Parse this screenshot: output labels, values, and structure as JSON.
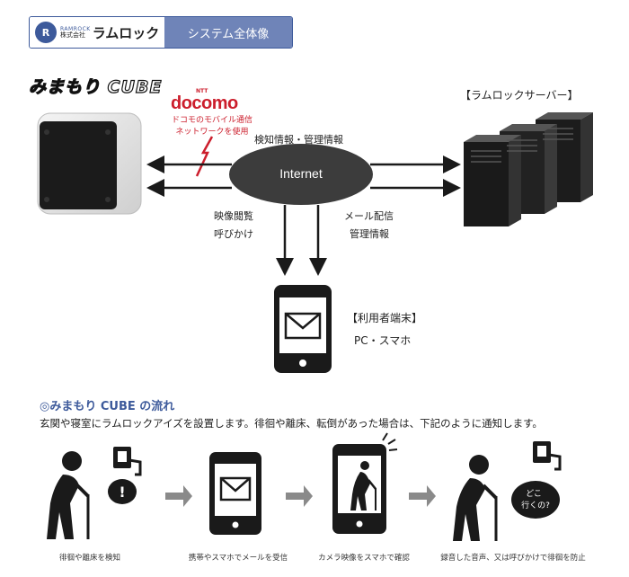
{
  "header": {
    "logo_mark": "R",
    "logo_en": "RAMROCK",
    "logo_company": "株式会社",
    "logo_name": "ラムロック",
    "section": "システム全体像"
  },
  "diagram": {
    "device_title": "みまもり CUBE",
    "carrier_ntt": "NTT",
    "carrier": "docomo",
    "carrier_note_1": "ドコモのモバイル通信",
    "carrier_note_2": "ネットワークを使用",
    "server_title": "【ラムロックサーバー】",
    "internet": "Internet",
    "top_label": "検知情報・管理情報",
    "left_label_1": "映像閲覧",
    "left_label_2": "呼びかけ",
    "right_label_1": "メール配信",
    "right_label_2": "管理情報",
    "user_title": "【利用者端末】",
    "user_sub": "PC・スマホ"
  },
  "flow": {
    "title": "◎みまもり CUBE の流れ",
    "description": "玄関や寝室にラムロックアイズを設置します。徘徊や離床、転倒があった場合は、下記のように通知します。",
    "steps": [
      {
        "caption": "徘徊や離床を検知"
      },
      {
        "caption": "携帯やスマホでメールを受信"
      },
      {
        "caption": "カメラ映像をスマホで確認"
      },
      {
        "caption": "録音した音声、又は呼びかけで徘徊を防止"
      }
    ],
    "bubble_alert": "!",
    "bubble_speech_1": "どこ",
    "bubble_speech_2": "行くの?"
  },
  "colors": {
    "brand": "#3d5a9b",
    "docomo_red": "#cc1e2c",
    "dark": "#1a1a1a",
    "arrow_gray": "#8a8a8a"
  }
}
